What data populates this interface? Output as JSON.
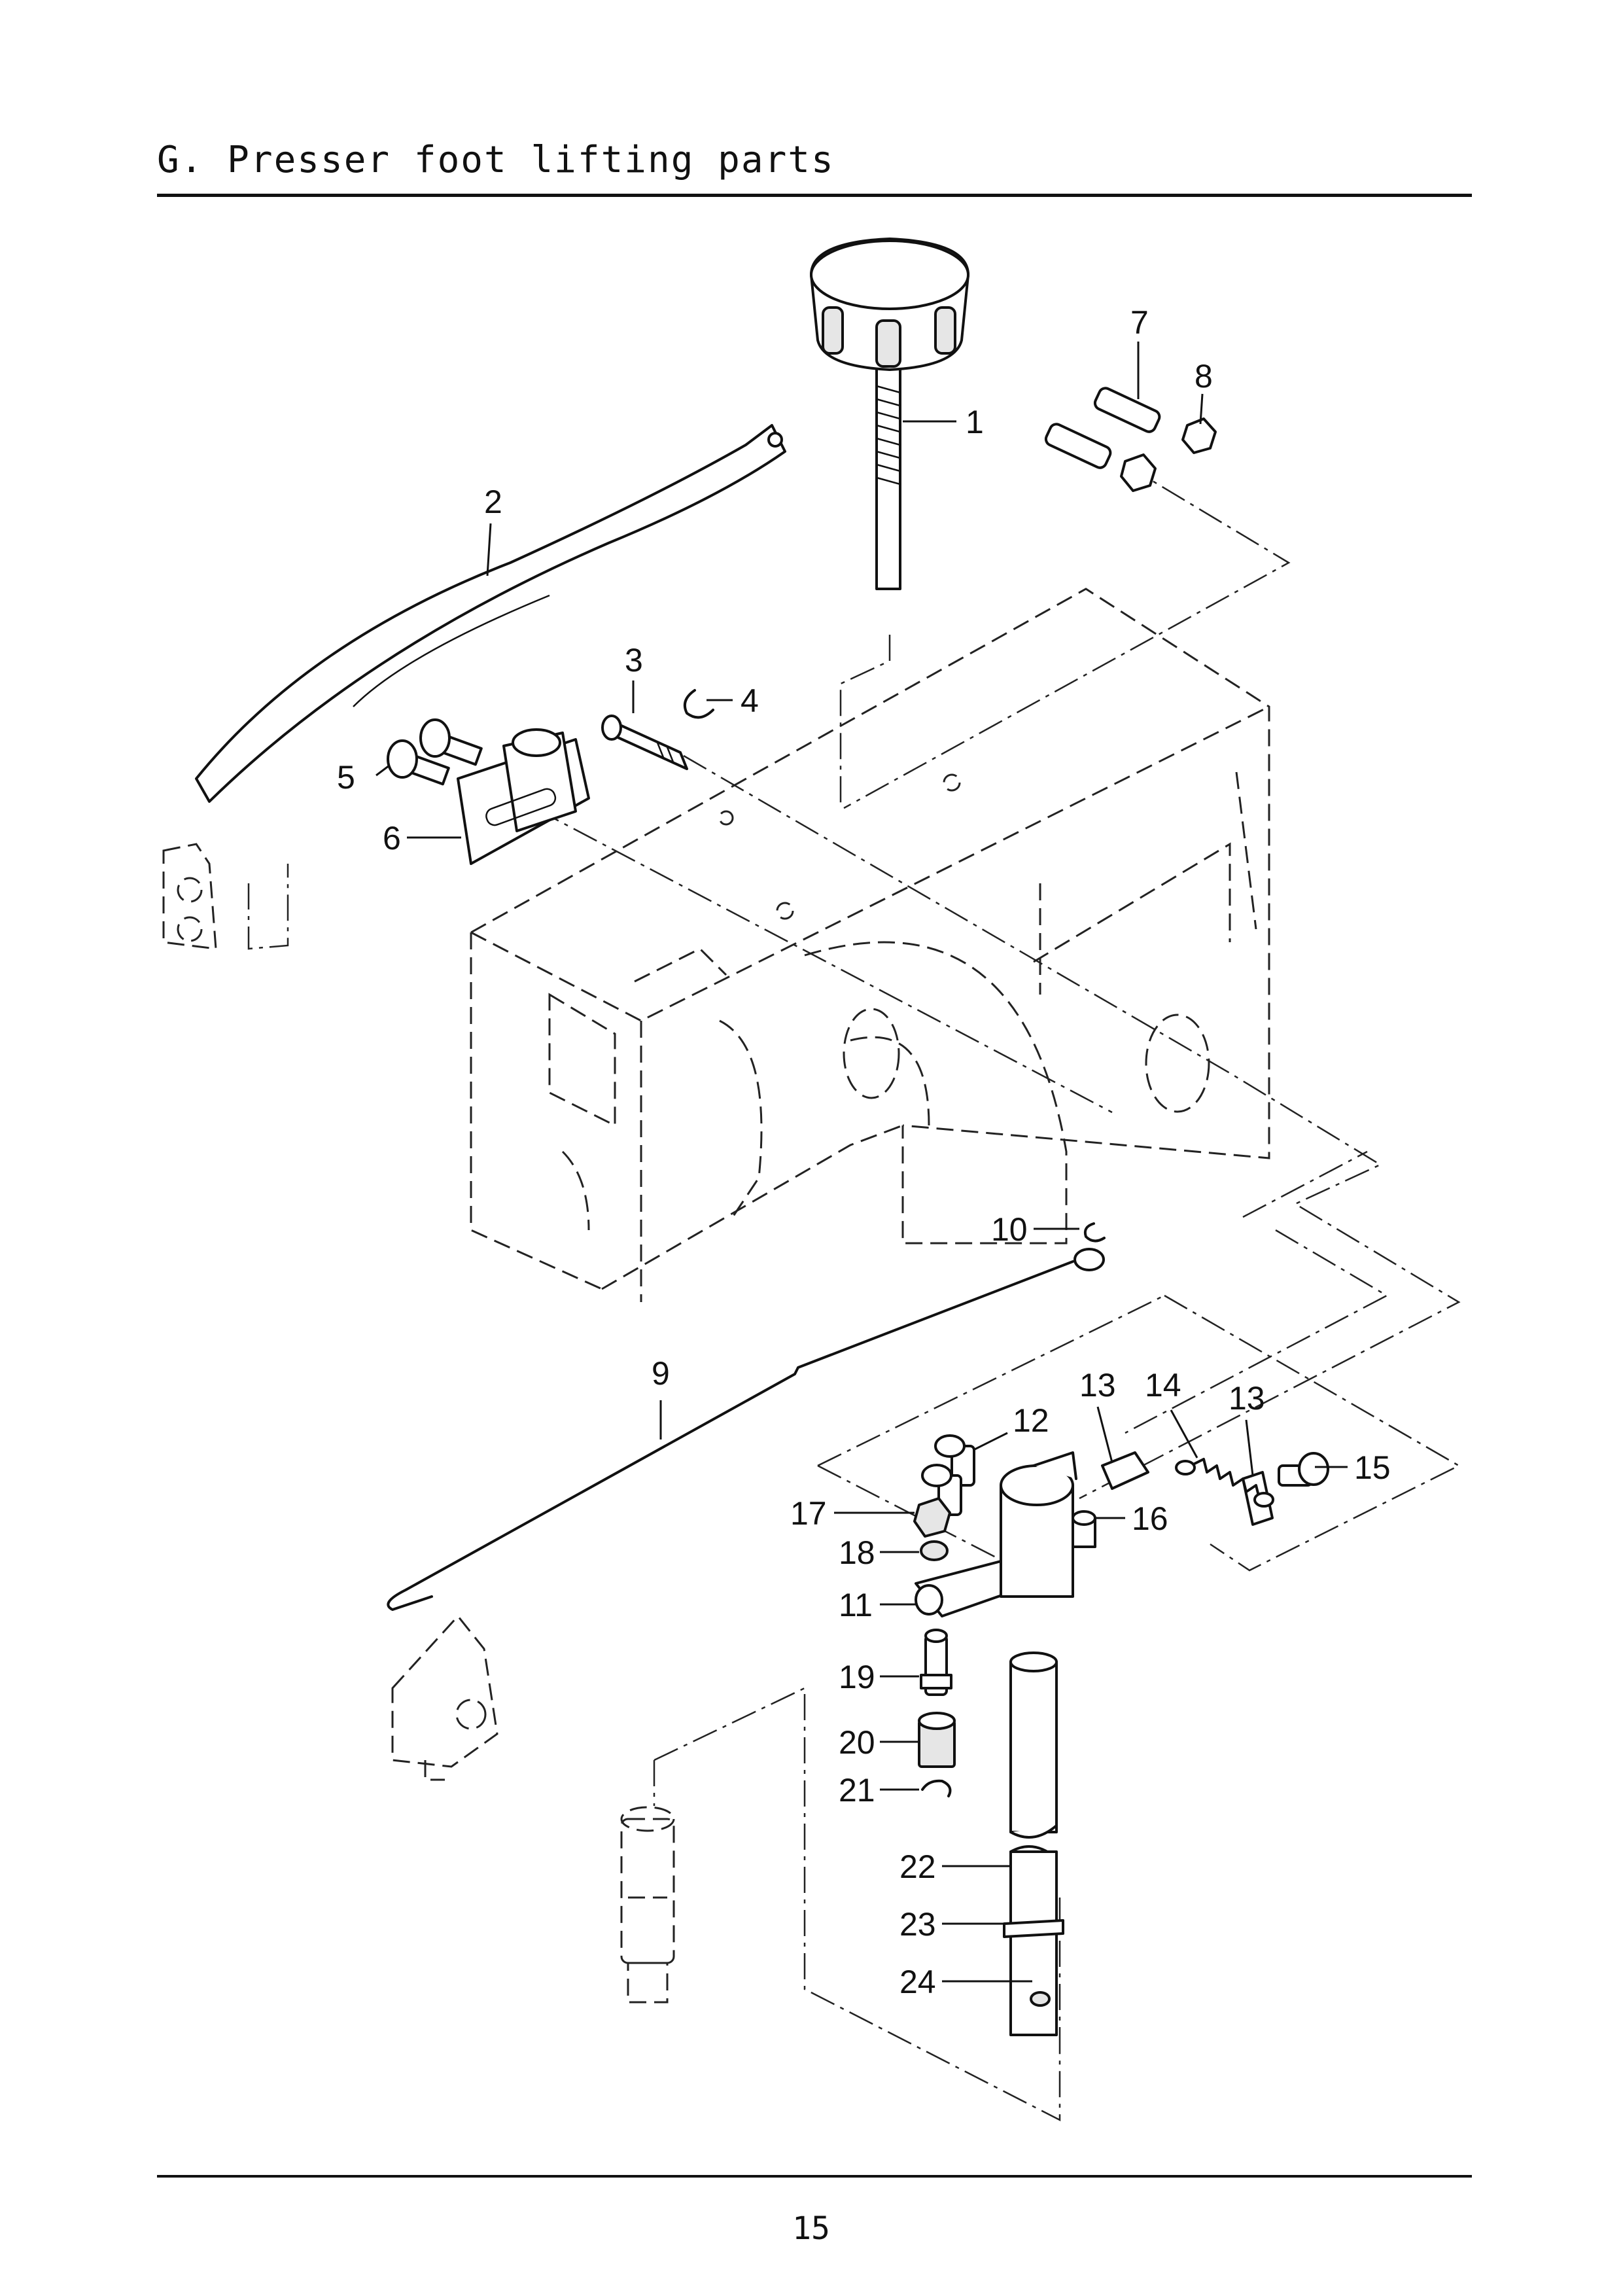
{
  "header": {
    "title": "G. Presser foot lifting parts"
  },
  "footer": {
    "page_number": "15"
  },
  "callouts": {
    "c1": "1",
    "c2": "2",
    "c3": "3",
    "c4": "4",
    "c5": "5",
    "c6": "6",
    "c7": "7",
    "c8": "8",
    "c9": "9",
    "c10": "10",
    "c11": "11",
    "c12": "12",
    "c13a": "13",
    "c13b": "13",
    "c14": "14",
    "c15": "15",
    "c16": "16",
    "c17": "17",
    "c18": "18",
    "c19": "19",
    "c20": "20",
    "c21": "21",
    "c22": "22",
    "c23": "23",
    "c24": "24"
  }
}
